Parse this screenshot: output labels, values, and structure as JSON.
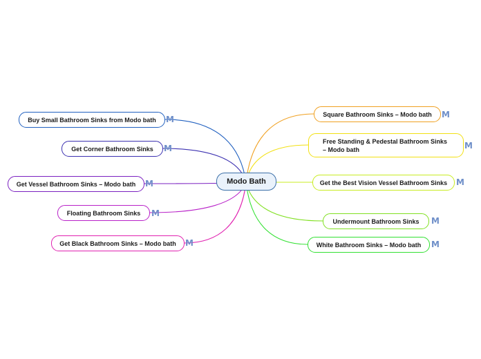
{
  "root": {
    "label": "Modo Bath",
    "color": "#3b6fa8"
  },
  "icon": {
    "name": "mindmeister-m-icon",
    "glyph": "M",
    "color": "#6f8fc9"
  },
  "topics": [
    {
      "label": "Buy Small Bathroom Sinks from Modo bath",
      "color": "#1f5fbf"
    },
    {
      "label": "Get Corner Bathroom Sinks",
      "color": "#3a2fb0"
    },
    {
      "label": "Get Vessel Bathroom Sinks – Modo bath",
      "color": "#7a1fc0"
    },
    {
      "label": "Floating Bathroom Sinks",
      "color": "#b820c8"
    },
    {
      "label": "Get Black Bathroom Sinks – Modo bath",
      "color": "#e020b0"
    },
    {
      "label": "Square Bathroom Sinks – Modo bath",
      "color": "#f0a020"
    },
    {
      "label": "Free Standing & Pedestal Bathroom Sinks – Modo bath",
      "color": "#f2e010"
    },
    {
      "label": "Get the Best Vision Vessel Bathroom Sinks",
      "color": "#c8ec20"
    },
    {
      "label": "Undermount Bathroom Sinks",
      "color": "#80e020"
    },
    {
      "label": "White Bathroom Sinks – Modo bath",
      "color": "#30e030"
    }
  ]
}
